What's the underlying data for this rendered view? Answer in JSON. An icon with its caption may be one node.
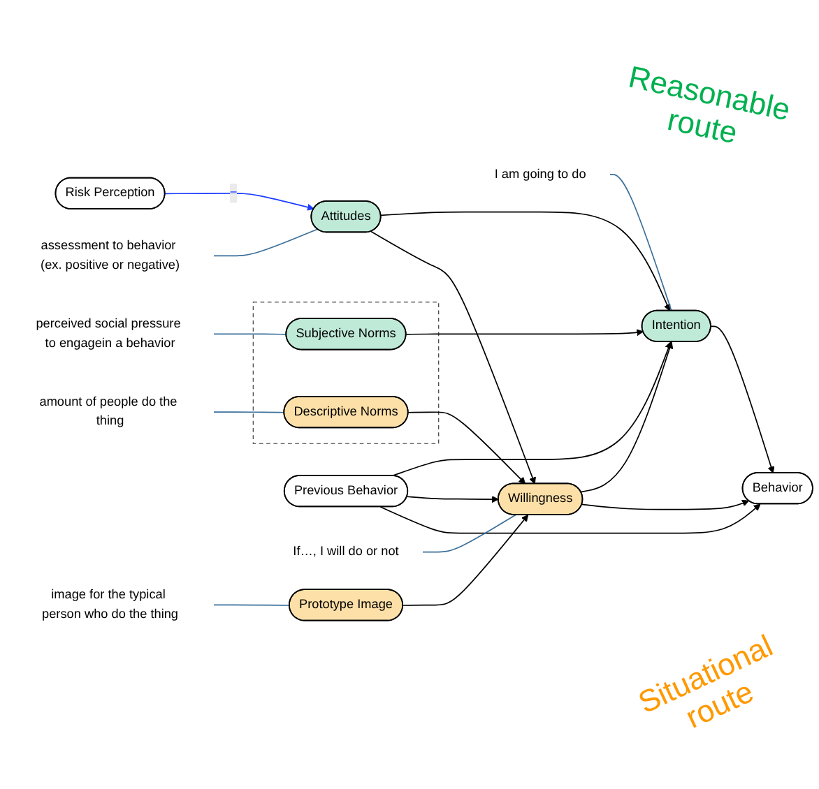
{
  "diagram": {
    "nodes": [
      {
        "text": [
          "perceived social pressure to engagein a behavior"
        ]
      },
      {
        "text": [
          "assessment to behavior (ex. positive or negative)"
        ]
      },
      {
        "text": [
          "I am going to do"
        ]
      },
      {
        "text": [
          "Risk Perception"
        ]
      },
      {
        "text": [
          "Attitudes"
        ]
      },
      {
        "text": [],
        "shape": "box"
      },
      {
        "text": [
          "Subjective Norms"
        ],
        "in": 5
      },
      {
        "text": [
          "Descriptive Norms"
        ],
        "in": 5
      },
      {
        "text": [
          "Intention"
        ]
      },
      {
        "text": [
          "Previous Behavior"
        ]
      },
      {
        "text": [
          "Behavior"
        ]
      },
      {
        "text": [
          "Willingness"
        ]
      },
      {
        "text": [
          "Prototype Image"
        ]
      },
      {
        "text": [
          "amount of people do the thing"
        ]
      },
      {
        "text": [
          "If…, I will do or not"
        ]
      },
      {
        "text": [
          "image for the typical person who do the thing"
        ]
      }
    ],
    "edges": [
      {
        "from": 3,
        "to": 4,
        "arrow": "to",
        "label": "−",
        "color": "#1a3cff"
      },
      {
        "from": 4,
        "to": 8,
        "arrow": "to"
      },
      {
        "from": 4,
        "to": 11,
        "arrow": "to"
      },
      {
        "from": 6,
        "to": 8,
        "arrow": "to"
      },
      {
        "from": 7,
        "to": 11,
        "arrow": "to"
      },
      {
        "from": 12,
        "to": 11,
        "arrow": "to"
      },
      {
        "from": 9,
        "to": 8,
        "arrow": "to"
      },
      {
        "from": 9,
        "to": 11,
        "arrow": "to"
      },
      {
        "from": 9,
        "to": 10,
        "arrow": "to"
      },
      {
        "from": 11,
        "to": 8,
        "arrow": "to"
      },
      {
        "from": 8,
        "to": 10,
        "arrow": "to"
      },
      {
        "from": 11,
        "to": 10,
        "arrow": "to"
      },
      {
        "from": 1,
        "to": 4,
        "arrow": "none",
        "color": "#3a6f9a"
      },
      {
        "from": 0,
        "to": 6,
        "arrow": "none",
        "color": "#3a6f9a"
      },
      {
        "from": 2,
        "to": 8,
        "arrow": "none",
        "color": "#3a6f9a"
      },
      {
        "from": 13,
        "to": 7,
        "arrow": "none",
        "color": "#3a6f9a"
      },
      {
        "from": 14,
        "to": 11,
        "arrow": "none",
        "color": "#3a6f9a"
      },
      {
        "from": 15,
        "to": 12,
        "arrow": "none",
        "color": "#3a6f9a"
      }
    ],
    "labels": [
      "Reasonable route",
      "Situational route"
    ]
  }
}
